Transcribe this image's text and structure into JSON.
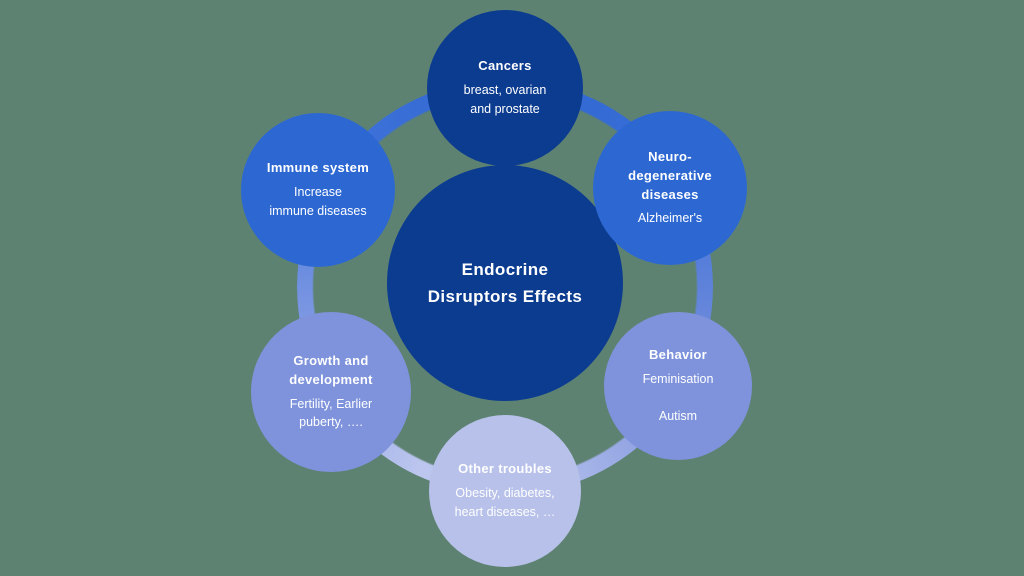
{
  "colors": {
    "background": "#5e8272"
  },
  "diagram": {
    "center": {
      "title": "Endocrine\nDisruptors Effects",
      "color": "#0c3c90"
    },
    "nodes": [
      {
        "id": "cancers",
        "title": "Cancers",
        "body": "breast, ovarian\nand prostate",
        "color": "#0c3c90"
      },
      {
        "id": "neurodegenerative-diseases",
        "title": "Neuro-\ndegenerative\ndiseases",
        "body": "Alzheimer's",
        "color": "#2d68d2"
      },
      {
        "id": "behavior",
        "title": "Behavior",
        "body": "Feminisation\n\nAutism",
        "color": "#7e93dc"
      },
      {
        "id": "other-troubles",
        "title": "Other troubles",
        "body": "Obesity, diabetes,\nheart diseases, …",
        "color": "#b7c1e9"
      },
      {
        "id": "growth-and-development",
        "title": "Growth and\ndevelopment",
        "body": "Fertility, Earlier\npuberty, ….",
        "color": "#7e93dc"
      },
      {
        "id": "immune-system",
        "title": "Immune system",
        "body": "Increase\nimmune diseases",
        "color": "#2d68d2"
      }
    ]
  }
}
